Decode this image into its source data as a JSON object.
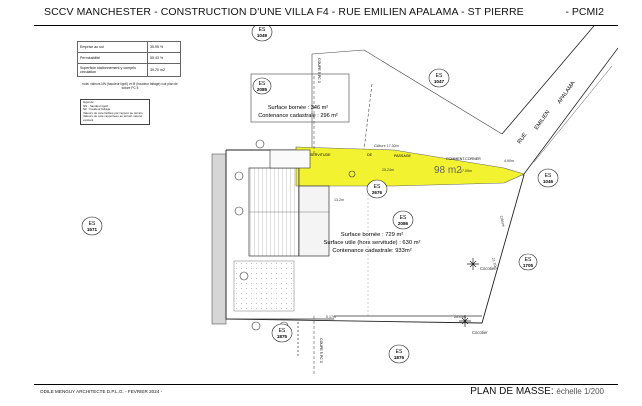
{
  "header": {
    "title": "SCCV MANCHESTER - CONSTRUCTION D'UNE VILLA F4 - RUE EMILIEN APALAMA - ST PIERRE",
    "code": "- PCMI2"
  },
  "stats_table": [
    {
      "label": "Emprise au sol",
      "value": "35.95 %"
    },
    {
      "label": "Perméabilité",
      "value": "55.43 %"
    },
    {
      "label": "Superficie stationnement y compris circulation",
      "value": "39.70 m2"
    }
  ],
  "stats_note": "nota: valeurs NN (haudeur ligo0) et M (haudeur faitage) voir plan de toiture PC 5",
  "legend": {
    "lines": [
      "légende",
      "NN : haudeur ligo0",
      "NF : haudeur faitage",
      "Valeurs de cote lisibles par rapport au terrain. Valeurs de cote rapportees au terrain naturel existant"
    ]
  },
  "parcels": {
    "es1049": {
      "prefix": "ES",
      "number": "1049"
    },
    "es2085": {
      "prefix": "ES",
      "number": "2085"
    },
    "es1047": {
      "prefix": "ES",
      "number": "1047"
    },
    "es1571": {
      "prefix": "ES",
      "number": "1571"
    },
    "es2676": {
      "prefix": "ES",
      "number": "2676"
    },
    "es2086": {
      "prefix": "ES",
      "number": "2086"
    },
    "es1046": {
      "prefix": "ES",
      "number": "1046"
    },
    "es1705": {
      "prefix": "ES",
      "number": "1705"
    },
    "es1875": {
      "prefix": "ES",
      "number": "1875"
    },
    "es1876": {
      "prefix": "ES",
      "number": "1876"
    }
  },
  "areas": {
    "top_bornee": "Surface bornée : 346 m²",
    "top_cadastrale": "Contenance cadastrale : 296 m²",
    "main_bornee": "Surface bornée : 729 m²",
    "main_utile": "Surface utile (hors servitude) : 630 m²",
    "main_cadastrale": "Contenance cadastrale: 933m²",
    "servitude_area": "98 m2"
  },
  "servitude": {
    "part1": "SERVITUDE",
    "part2": "DE",
    "part3": "PASSAGE",
    "part4": "COMMENT.CORNER"
  },
  "road": {
    "line1": "RUE",
    "line2": "EMILIEN",
    "line3": "APALAMA"
  },
  "labels": {
    "cloture_top": "Clôture 17.30m",
    "cloture_right": "Clôture",
    "cocotier_1": "Cocotier",
    "cocotier_2": "Cocotier",
    "coupe_top": "COUPE 5 PC 3",
    "coupe_bottom": "COUPE 5 PC 3",
    "dim_21_10": "21.10m",
    "dim_25_03": "25.03m",
    "dim_13_2": "13.2m",
    "dim_17_05": "17.05m",
    "dim_25_24": "25.24m",
    "dim_4_90": "4.90m",
    "dim_0_17": "0.17m"
  },
  "footer": {
    "left": "ODILE MENGUY ARCHITECTE D.P.L.G. - FEVRIER 2024 -",
    "right_title": "PLAN DE MASSE:",
    "right_scale": "échelle 1/200"
  },
  "colors": {
    "servitude_fill": "#f2f231",
    "line": "#222222"
  }
}
